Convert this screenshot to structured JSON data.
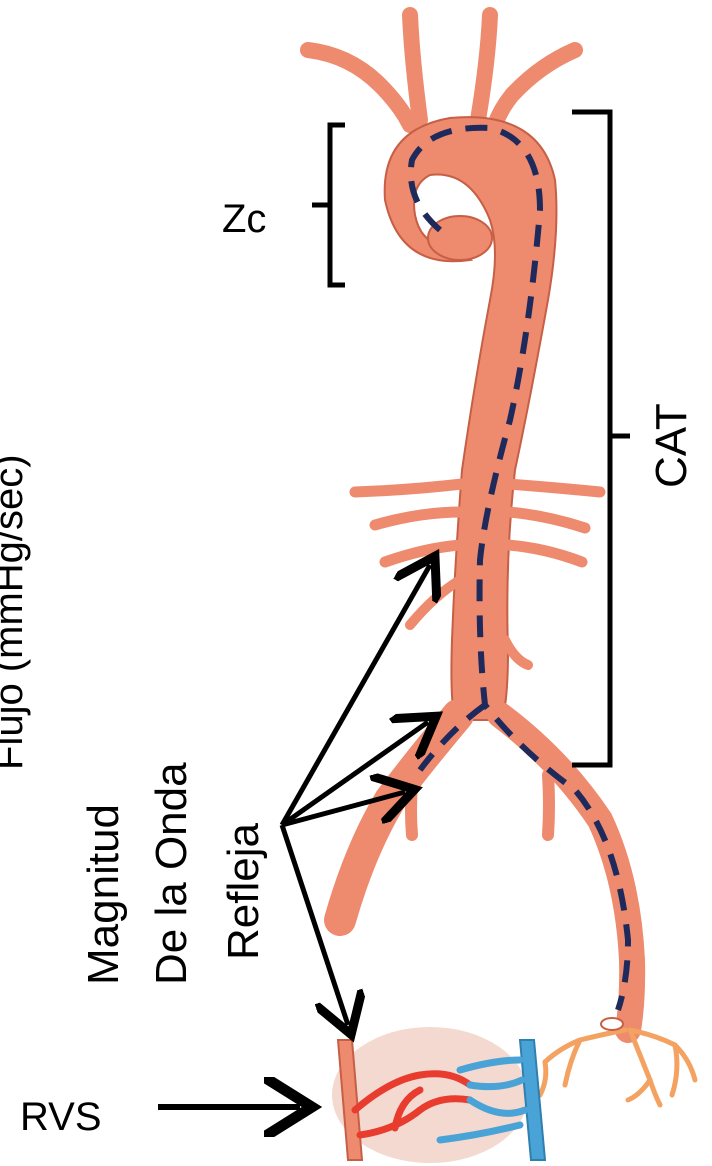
{
  "labels": {
    "cropped_axis": "Flujo (mmHg/sec)",
    "zc": "Zc",
    "cat": "CAT",
    "reflection_line1": "Magnitud",
    "reflection_line2": "De la Onda",
    "reflection_line3": "Refleja",
    "rvs": "RVS"
  },
  "colors": {
    "artery": "#ee8a6e",
    "artery_dark": "#c65f45",
    "artery_light": "#f7b49c",
    "dashed_path": "#1f2a5c",
    "vein": "#4aa3d6",
    "capillary_red": "#e83c2f",
    "tissue": "#f4d9d0",
    "small_vessel": "#f4a261"
  }
}
